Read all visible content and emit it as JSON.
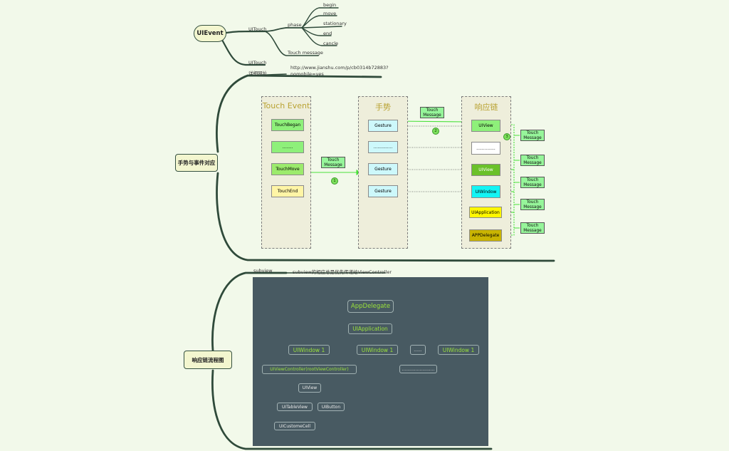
{
  "topics": {
    "uievent": "UIEvent",
    "gesture_event": "手势与事件对应",
    "responder_flow": "响应链流程图"
  },
  "uievent_branch": {
    "uitouch_1": "UITouch",
    "phase": "phase",
    "phases": [
      "begin",
      "move",
      "stationary",
      "end",
      "cancle"
    ],
    "touch_message": "Touch message",
    "uitouch_2": "UITouch",
    "detail_label": "详细网址",
    "url_line1": "http://www.jianshu.com/p/cb0314b72883?",
    "url_line2": "nomobile=yes"
  },
  "gesture_diagram": {
    "col1_title": "Touch Event",
    "col2_title": "手势",
    "col3_title": "响应链",
    "touch_events": [
      "TouchBegan",
      "........",
      "TouchMove",
      "TouchEnd"
    ],
    "gestures": [
      "Gesture",
      "..............",
      "Gesture",
      "Gesture"
    ],
    "chain": [
      "UIView",
      "..............",
      "UIView",
      "UIWindow",
      "UIApplication",
      "APPDelegate"
    ],
    "touch_message": "Touch Message",
    "num1": "1",
    "num2": "2",
    "num3": "3",
    "colors": {
      "green_box": "#8ef07a",
      "yellow_box": "#fff5a6",
      "cyan_box": "#cdf8fb",
      "uiview_dark": "#6ac12a",
      "uiwindow": "#13f4f4",
      "uiapplication": "#fff700",
      "appdelegate": "#c9b402"
    }
  },
  "responder_branch": {
    "subview_label": "subview",
    "subview_desc": "subview的相应总是优先传递给ViewController",
    "tree": {
      "appdelegate": "AppDelegate",
      "uiapplication": "UIApplication",
      "windows": [
        "UIWindow 1",
        "UIWindow 1",
        "......",
        "UIWindow 1"
      ],
      "dots_box": "........................",
      "viewcontroller": "UIViewController(rootViewController)",
      "uiview": "UIView",
      "uitableview": "UITableView",
      "uibutton": "UIButton",
      "customecell": "UICustomeCell"
    }
  }
}
